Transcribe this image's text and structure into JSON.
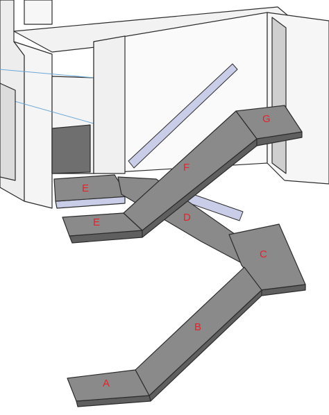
{
  "labels": {
    "a": "A",
    "b": "B",
    "c": "C",
    "d": "D",
    "e_upper": "E",
    "e_lower": "E",
    "f": "F",
    "g": "G"
  },
  "colors": {
    "stair_top": "#8a8a8a",
    "stair_side": "#5f5f5f",
    "wall_light": "#f3f3f3",
    "wall_shade": "#d9d9d9",
    "outline": "#2b2b2b",
    "glass": "#c9cde8",
    "label": "#e8202a"
  }
}
